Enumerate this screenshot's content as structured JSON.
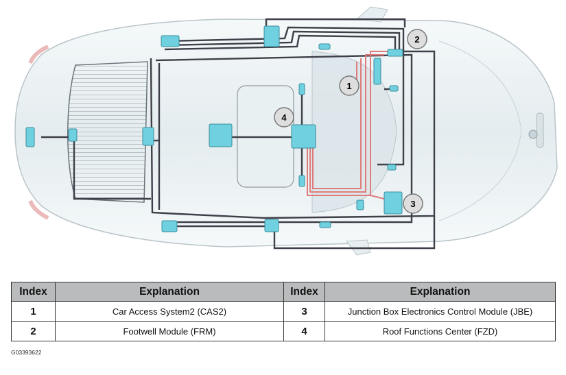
{
  "diagram": {
    "callouts": [
      "1",
      "2",
      "3",
      "4"
    ]
  },
  "legend": {
    "headers": [
      "Index",
      "Explanation",
      "Index",
      "Explanation"
    ],
    "rows": [
      {
        "index_left": "1",
        "text_left": "Car Access System2 (CAS2)",
        "index_right": "3",
        "text_right": "Junction Box Electronics Control Module (JBE)"
      },
      {
        "index_left": "2",
        "text_left": "Footwell Module (FRM)",
        "index_right": "4",
        "text_right": "Roof Functions Center (FZD)"
      }
    ]
  },
  "figure_code": "G03393622",
  "colors": {
    "harness": "#3e3f48",
    "can_bus": "#e07b7b",
    "module": "#6fd0e0",
    "car_body": "#eef3f5",
    "header_fill": "#b9bbbd"
  }
}
